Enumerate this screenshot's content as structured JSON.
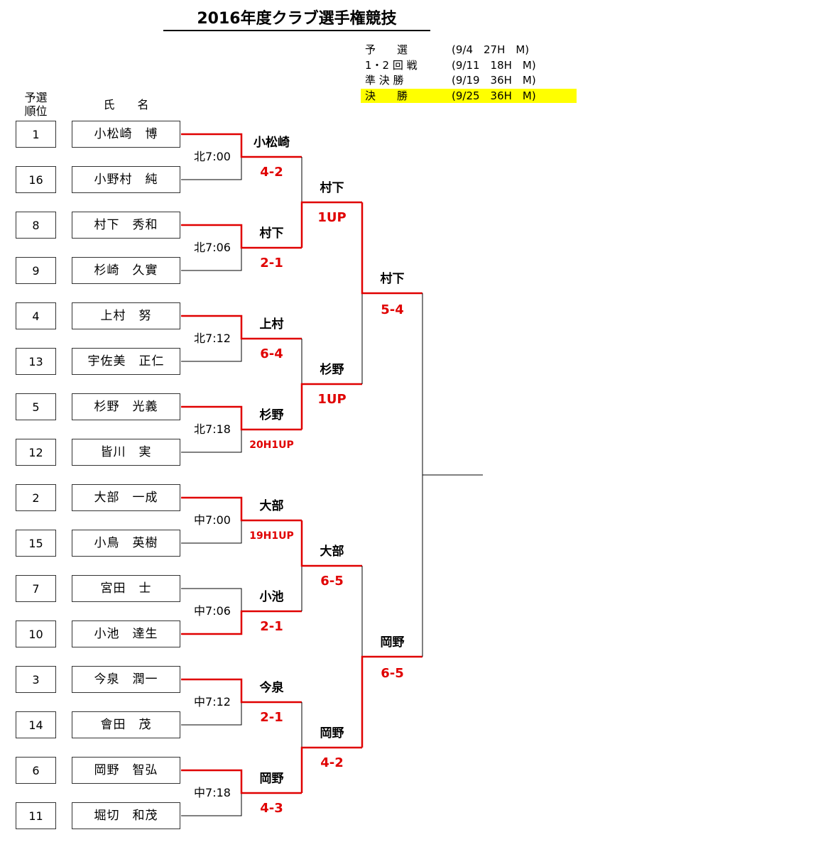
{
  "title": "2016年度クラブ選手権競技",
  "schedule": [
    {
      "round": "予　　選",
      "date": "(9/4　27H　M)",
      "highlight": false
    },
    {
      "round": "1・2 回 戦",
      "date": "(9/11　18H　M)",
      "highlight": false
    },
    {
      "round": "準 決 勝",
      "date": "(9/19　36H　M)",
      "highlight": false
    },
    {
      "round": "決　　勝",
      "date": "(9/25　36H　M)",
      "highlight": true
    }
  ],
  "headers": {
    "seed": "予選\n順位",
    "name": "氏　　名"
  },
  "players": [
    {
      "seed": "1",
      "name": "小松崎　博"
    },
    {
      "seed": "16",
      "name": "小野村　純"
    },
    {
      "seed": "8",
      "name": "村下　秀和"
    },
    {
      "seed": "9",
      "name": "杉崎　久實"
    },
    {
      "seed": "4",
      "name": "上村　努"
    },
    {
      "seed": "13",
      "name": "宇佐美　正仁"
    },
    {
      "seed": "5",
      "name": "杉野　光義"
    },
    {
      "seed": "12",
      "name": "皆川　実"
    },
    {
      "seed": "2",
      "name": "大部　一成"
    },
    {
      "seed": "15",
      "name": "小鳥　英樹"
    },
    {
      "seed": "7",
      "name": "宮田　士"
    },
    {
      "seed": "10",
      "name": "小池　達生"
    },
    {
      "seed": "3",
      "name": "今泉　潤一"
    },
    {
      "seed": "14",
      "name": "會田　茂"
    },
    {
      "seed": "6",
      "name": "岡野　智弘"
    },
    {
      "seed": "11",
      "name": "堀切　和茂"
    }
  ],
  "round1": [
    {
      "time": "北7:00",
      "winner": "小松崎",
      "score": "4-2"
    },
    {
      "time": "北7:06",
      "winner": "村下",
      "score": "2-1"
    },
    {
      "time": "北7:12",
      "winner": "上村",
      "score": "6-4"
    },
    {
      "time": "北7:18",
      "winner": "杉野",
      "score": "20H1UP"
    },
    {
      "time": "中7:00",
      "winner": "大部",
      "score": "19H1UP"
    },
    {
      "time": "中7:06",
      "winner": "小池",
      "score": "2-1"
    },
    {
      "time": "中7:12",
      "winner": "今泉",
      "score": "2-1"
    },
    {
      "time": "中7:18",
      "winner": "岡野",
      "score": "4-3"
    }
  ],
  "round2": [
    {
      "winner": "村下",
      "score": "1UP"
    },
    {
      "winner": "杉野",
      "score": "1UP"
    },
    {
      "winner": "大部",
      "score": "6-5"
    },
    {
      "winner": "岡野",
      "score": "4-2"
    }
  ],
  "semis": [
    {
      "winner": "村下",
      "score": "5-4"
    },
    {
      "winner": "岡野",
      "score": "6-5"
    }
  ],
  "colors": {
    "win_line": "#e00000",
    "lose_line": "#000000",
    "score": "#e00000",
    "highlight": "#ffff00"
  }
}
